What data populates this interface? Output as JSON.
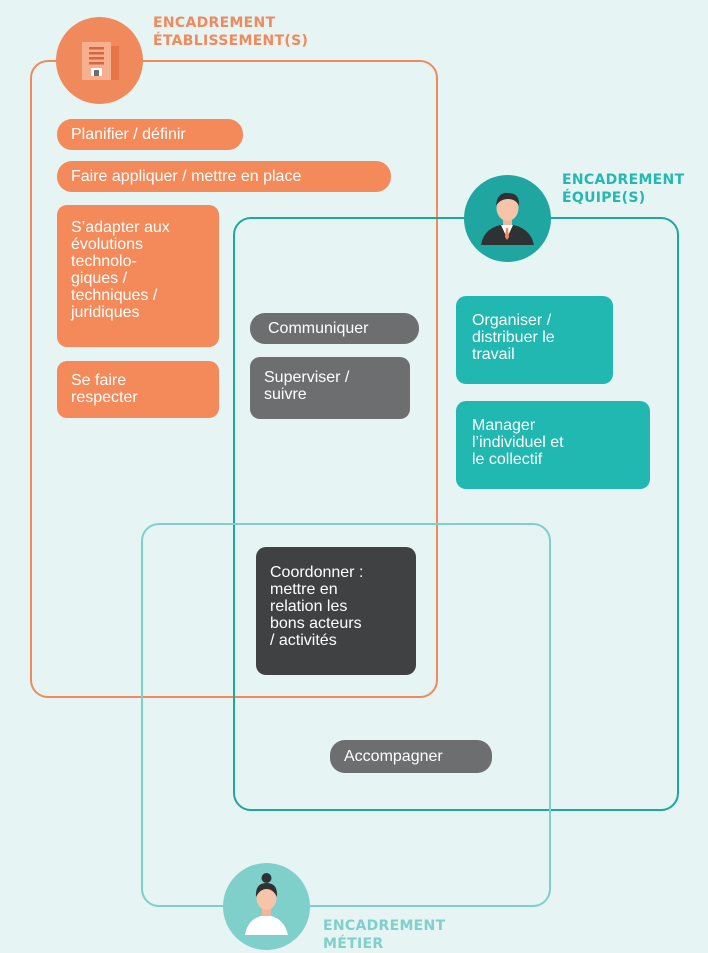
{
  "groups": {
    "etablissement": {
      "title": "ENCADREMENT\nÉTABLISSEMENT(S)",
      "color": "#f08a5d"
    },
    "equipe": {
      "title": "ENCADREMENT\nÉQUIPE(S)",
      "color": "#1fa6a0"
    },
    "metier": {
      "title": "ENCADREMENT\nMÉTIER",
      "color": "#7fcfcb"
    }
  },
  "icons": {
    "etablissement": "building-icon",
    "equipe": "businessman-icon",
    "metier": "woman-icon"
  },
  "activities": {
    "planifier": "Planifier / définir",
    "faire_appliquer": "Faire appliquer / mettre en place",
    "adapter": "S’adapter aux\névolutions\ntechnolo-\ngiques /\ntechniques /\njuridiques",
    "respecter": "Se faire\nrespecter",
    "communiquer": "Communiquer",
    "superviser": "Superviser /\nsuivre",
    "organiser": "Organiser /\ndistribuer le\ntravail",
    "manager": "Manager\nl’individuel et\nle collectif",
    "coordonner": "Coordonner :\nmettre en\nrelation les\nbons acteurs\n/ activités",
    "accompagner": "Accompagner"
  }
}
